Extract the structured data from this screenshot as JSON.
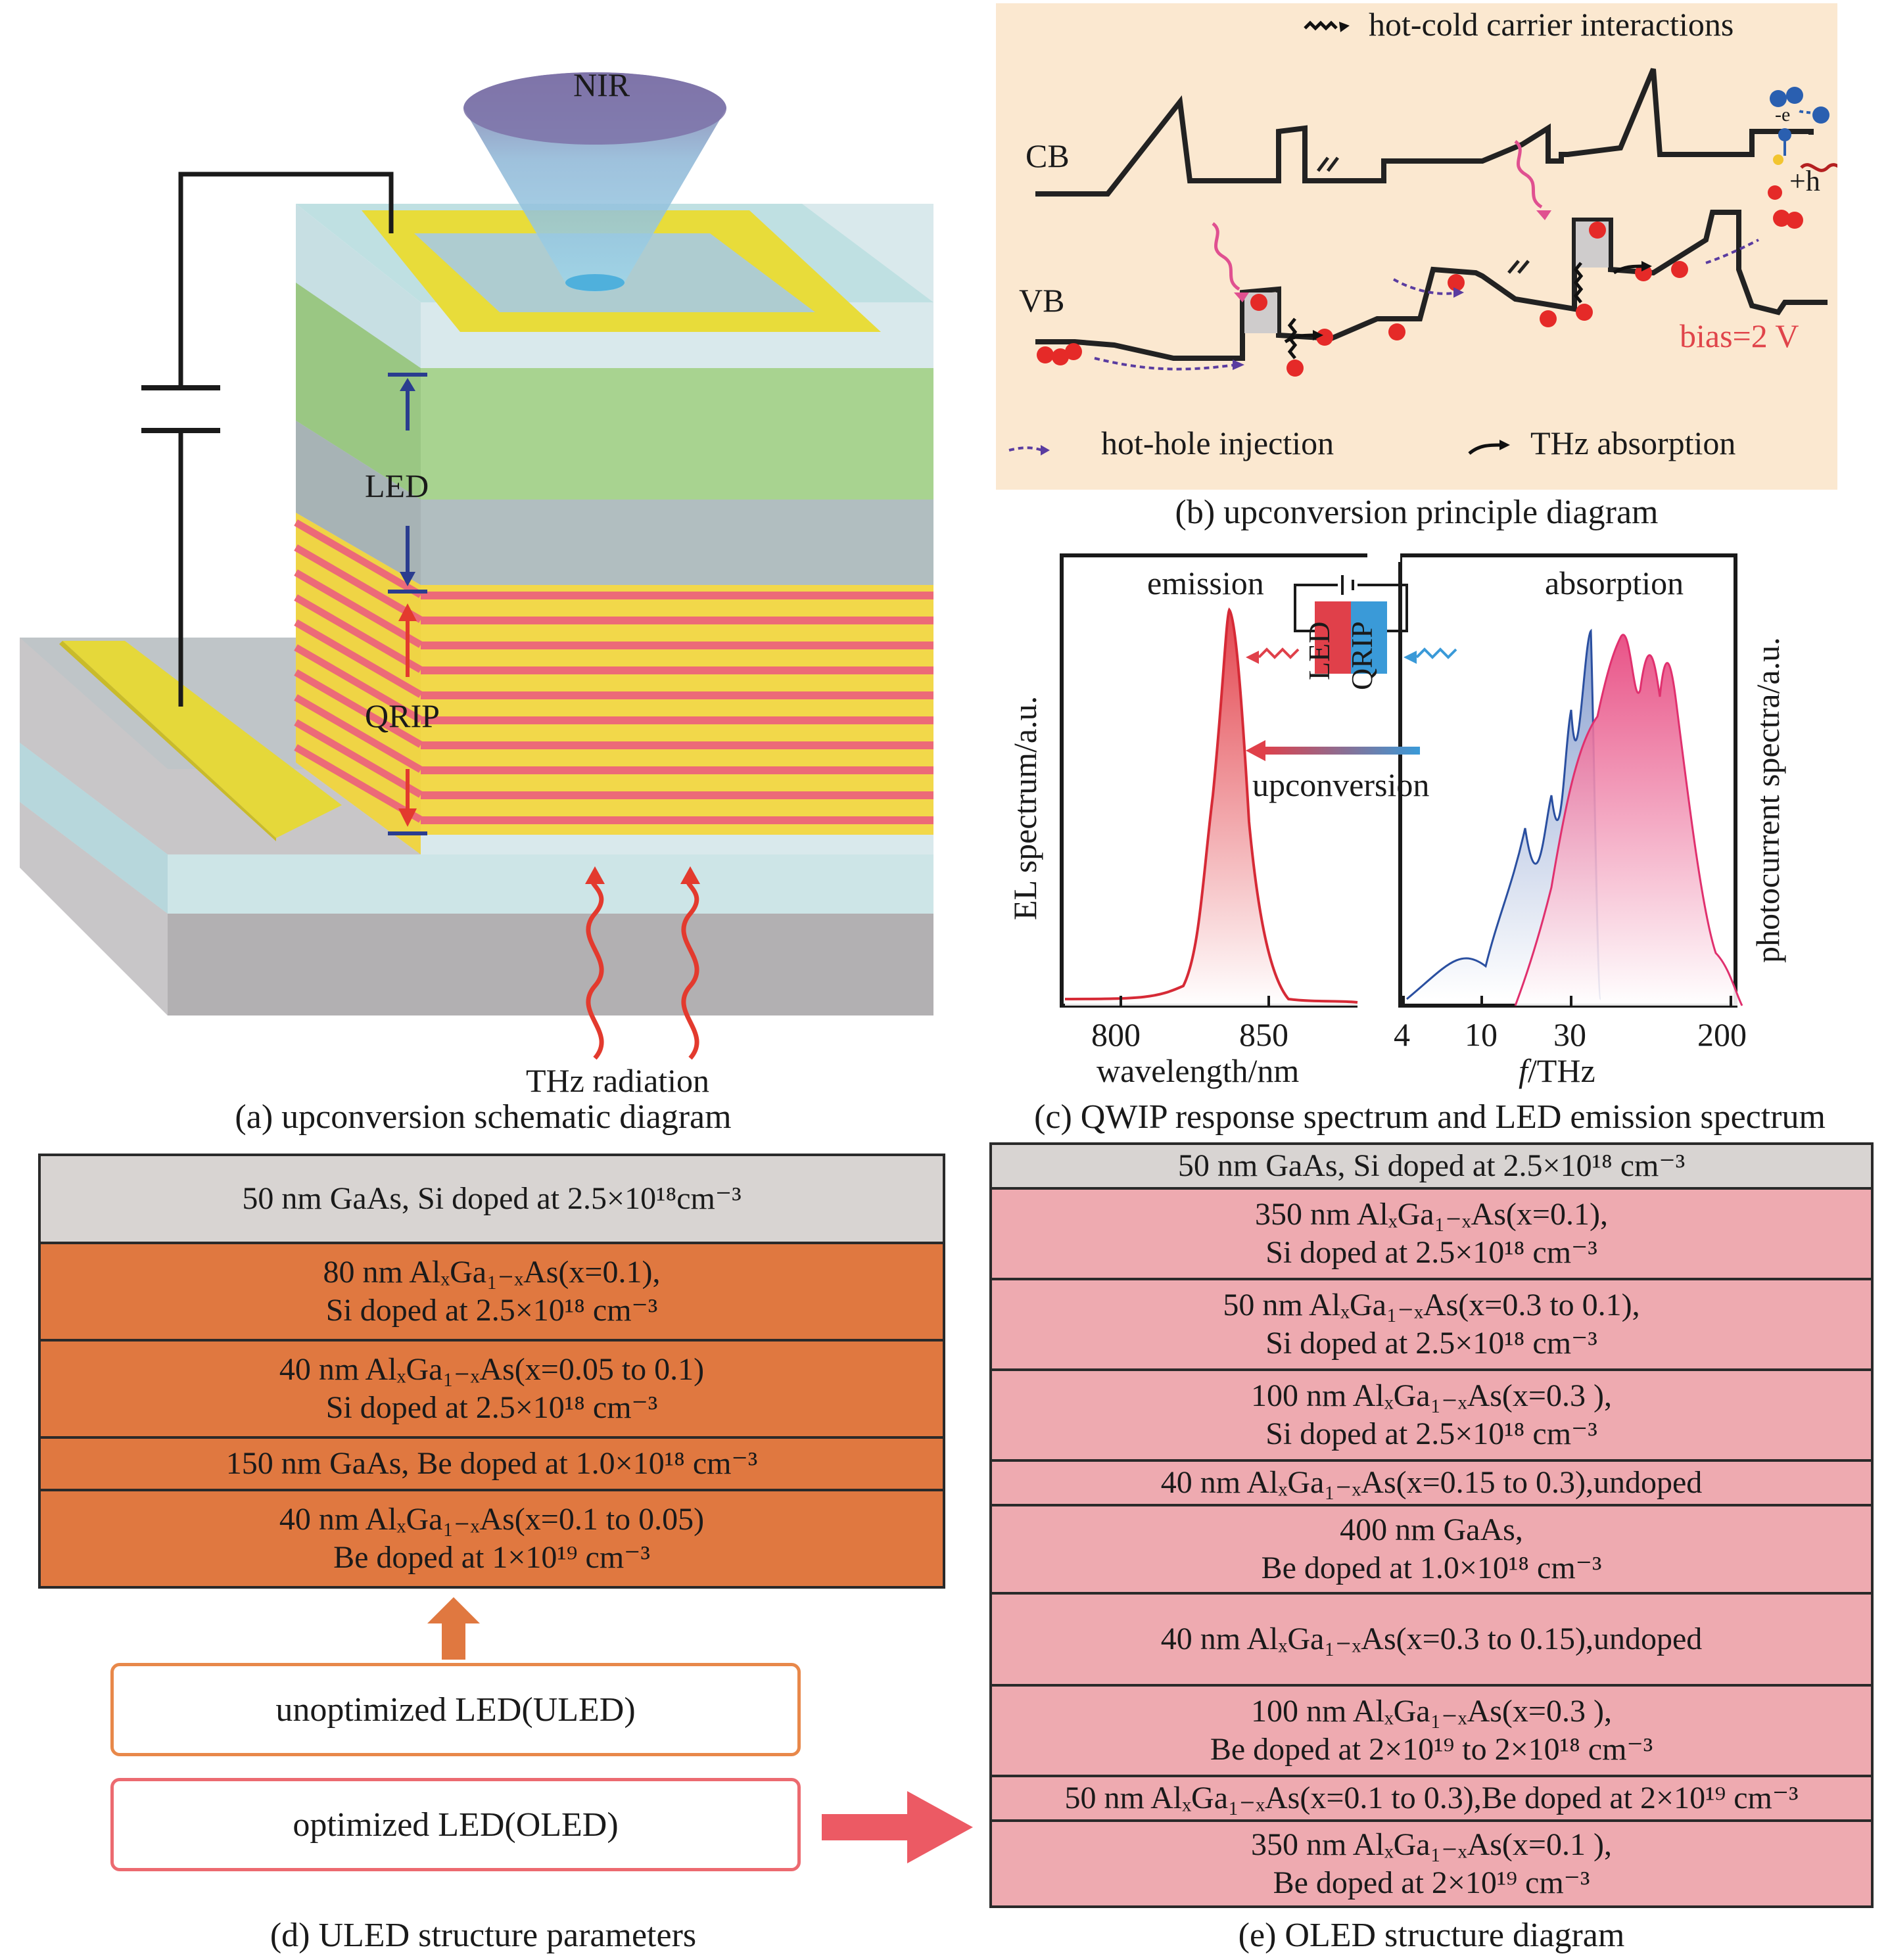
{
  "panel_a": {
    "nir_label": "NIR",
    "led_label": "LED",
    "qrip_label": "QRIP",
    "thz_label": "THz radiation",
    "caption": "(a) upconversion schematic diagram"
  },
  "panel_b": {
    "legend_hot_cold": "hot-cold carrier interactions",
    "legend_hot_hole": "hot-hole injection",
    "legend_thz_abs": "THz absorption",
    "cb_label": "CB",
    "vb_label": "VB",
    "bias_label": "bias=2 V",
    "minus_e": "-e",
    "plus_h": "+h",
    "caption": "(b) upconversion principle diagram"
  },
  "panel_c": {
    "emission_label": "emission",
    "absorption_label": "absorption",
    "led_inset": "LED",
    "qrip_inset": "QRIP",
    "upconversion_label": "upconversion",
    "ylabel_left": "EL spectrum/a.u.",
    "ylabel_right": "photocurrent spectra/a.u.",
    "xlabel_left": "wavelength/nm",
    "xlabel_right_f": "f",
    "xlabel_right_unit": "/THz",
    "left_ticks": [
      "800",
      "850"
    ],
    "right_ticks": [
      "4",
      "10",
      "30",
      "200"
    ],
    "caption": "(c) QWIP response spectrum and LED emission spectrum"
  },
  "panel_d": {
    "layers": [
      {
        "l1": "50 nm GaAs, Si doped at 2.5×10¹⁸cm⁻³"
      },
      {
        "l1": "80 nm AlₓGa₁₋ₓAs(x=0.1),",
        "l2": "Si doped at 2.5×10¹⁸ cm⁻³"
      },
      {
        "l1": "40 nm AlₓGa₁₋ₓAs(x=0.05 to 0.1)",
        "l2": "Si doped at 2.5×10¹⁸ cm⁻³"
      },
      {
        "l1": "150 nm GaAs, Be doped at 1.0×10¹⁸ cm⁻³"
      },
      {
        "l1": "40 nm AlₓGa₁₋ₓAs(x=0.1 to 0.05)",
        "l2": "Be doped at 1×10¹⁹ cm⁻³"
      }
    ],
    "uled_box": "unoptimized LED(ULED)",
    "oled_box": "optimized LED(OLED)",
    "caption": "(d) ULED structure parameters"
  },
  "panel_e": {
    "layers": [
      {
        "l1": "50 nm GaAs, Si doped at 2.5×10¹⁸ cm⁻³"
      },
      {
        "l1": "350 nm AlₓGa₁₋ₓAs(x=0.1),",
        "l2": "Si doped at 2.5×10¹⁸ cm⁻³"
      },
      {
        "l1": "50 nm AlₓGa₁₋ₓAs(x=0.3 to 0.1),",
        "l2": "Si doped at 2.5×10¹⁸ cm⁻³"
      },
      {
        "l1": "100 nm AlₓGa₁₋ₓAs(x=0.3 ),",
        "l2": "Si doped at 2.5×10¹⁸ cm⁻³"
      },
      {
        "l1": "40 nm AlₓGa₁₋ₓAs(x=0.15 to 0.3),undoped"
      },
      {
        "l1": "400 nm GaAs,",
        "l2": "Be doped at 1.0×10¹⁸ cm⁻³"
      },
      {
        "l1": "40 nm AlₓGa₁₋ₓAs(x=0.3 to 0.15),undoped"
      },
      {
        "l1": "100 nm AlₓGa₁₋ₓAs(x=0.3 ),",
        "l2": "Be doped at 2×10¹⁹ to 2×10¹⁸ cm⁻³"
      },
      {
        "l1": "50 nm AlₓGa₁₋ₓAs(x=0.1 to 0.3),Be doped at 2×10¹⁹ cm⁻³"
      },
      {
        "l1": "350 nm AlₓGa₁₋ₓAs(x=0.1 ),",
        "l2": "Be doped at 2×10¹⁹ cm⁻³"
      }
    ],
    "caption": "(e) OLED structure diagram"
  },
  "colors": {
    "uled_orange": "#e07840",
    "oled_pink": "#eeaab0",
    "top_grey": "#d8d4d2",
    "panel_b_bg": "#fbe8d0"
  }
}
